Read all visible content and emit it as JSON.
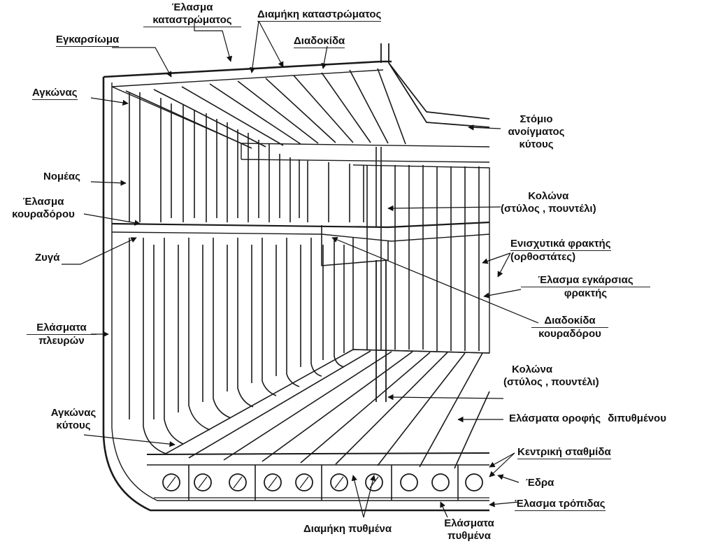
{
  "labels": {
    "deck_plating_1": "Έλασμα",
    "deck_plating_2": "καταστρώματος",
    "deck_longitudinal": "Διαμήκη καταστρώματος",
    "deck_girder": "Διαδοκίδα",
    "transverse_beam": "Εγκαρσίωμα",
    "bracket": "Αγκώνας",
    "frame": "Νομέας",
    "tween_deck_plating_1": "Έλασμα",
    "tween_deck_plating_2": "κουραδόρου",
    "beam": "Ζυγά",
    "side_plating_1": "Ελάσματα",
    "side_plating_2": "πλευρών",
    "bilge_bracket_1": "Αγκώνας",
    "bilge_bracket_2": "κύτους",
    "hatch_coaming_1": "Στόμιο",
    "hatch_coaming_2": "ανοίγματος",
    "hatch_coaming_3": "κύτους",
    "pillar_upper_1": "Κολώνα",
    "pillar_upper_2": "(στύλος , πουντέλι)",
    "bulkhead_stiffeners_1": "Ενισχυτικά φρακτής",
    "bulkhead_stiffeners_2": "(ορθοστάτες)",
    "bulkhead_plating_1": "Έλασμα εγκάρσιας",
    "bulkhead_plating_2": "φρακτής",
    "tween_deck_girder_1": "Διαδοκίδα",
    "tween_deck_girder_2": "κουραδόρου",
    "pillar_lower_1": "Κολώνα",
    "pillar_lower_2": "(στύλος , πουντέλι)",
    "tank_top_1": "Ελάσματα οροφής",
    "tank_top_2": "διπυθμένου",
    "centre_girder": "Κεντρική σταθμίδα",
    "floor": "Έδρα",
    "keel_plate": "Έλασμα τρόπιδας",
    "bottom_longitudinal": "Διαμήκη πυθμένα",
    "bottom_plating_1": "Ελάσματα",
    "bottom_plating_2": "πυθμένα"
  },
  "colors": {
    "ink": "#1a1a1a",
    "paper": "#ffffff",
    "tint": "#e6e6e6"
  }
}
